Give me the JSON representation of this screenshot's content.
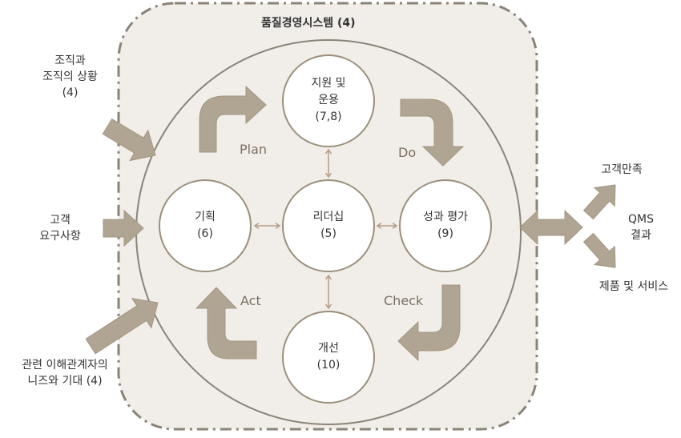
{
  "colors": {
    "system_fill": "#f1eeea",
    "boundary": "#8a8478",
    "arrow": "#b0a592",
    "arrow_stroke": "#a29680",
    "node_fill": "#ffffff",
    "node_stroke": "#9a8f7c",
    "link": "#b69d86"
  },
  "system": {
    "title": "품질경영시스템 (4)"
  },
  "nodes": {
    "support": {
      "lines": [
        "지원 및",
        "운용",
        "(7,8)"
      ]
    },
    "planning": {
      "lines": [
        "기획",
        "(6)"
      ]
    },
    "leadership": {
      "lines": [
        "리더십",
        "(5)"
      ]
    },
    "evaluation": {
      "lines": [
        "성과 평가",
        "(9)"
      ]
    },
    "improvement": {
      "lines": [
        "개선",
        "(10)"
      ]
    }
  },
  "pdca": {
    "plan": "Plan",
    "do": "Do",
    "check": "Check",
    "act": "Act"
  },
  "inputs": {
    "context": {
      "lines": [
        "조직과",
        "조직의 상황",
        "(4)"
      ]
    },
    "customer_requirements": {
      "lines": [
        "고객",
        "요구사항"
      ]
    },
    "interested_parties": {
      "lines": [
        "관련 이해관계자의",
        "니즈와 기대 (4)"
      ]
    }
  },
  "outputs": {
    "satisfaction": "고객만족",
    "results": {
      "lines": [
        "QMS",
        "결과"
      ]
    },
    "products": "제품 및 서비스"
  }
}
